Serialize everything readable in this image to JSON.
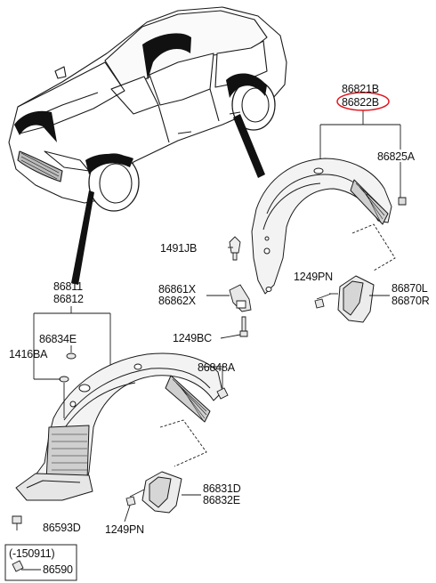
{
  "colors": {
    "line": "#1a1a1a",
    "fill": "#f2f2f2",
    "shade": "#cfcfcf",
    "highlight": "#e0141c"
  },
  "labels": {
    "p86821B": "86821B",
    "p86822B": "86822B",
    "p86825A": "86825A",
    "p1491JB": "1491JB",
    "p86861X": "86861X",
    "p86862X": "86862X",
    "p1249PN_right": "1249PN",
    "p86870L": "86870L",
    "p86870R": "86870R",
    "p1249BC": "1249BC",
    "p86811": "86811",
    "p86812": "86812",
    "p86834E": "86834E",
    "p1416BA": "1416BA",
    "p86848A": "86848A",
    "p86831D": "86831D",
    "p86832E": "86832E",
    "p1249PN_left": "1249PN",
    "p86593D": "86593D",
    "note_date": "(-150911)",
    "p86590": "86590"
  },
  "highlighted_part": "86822B"
}
